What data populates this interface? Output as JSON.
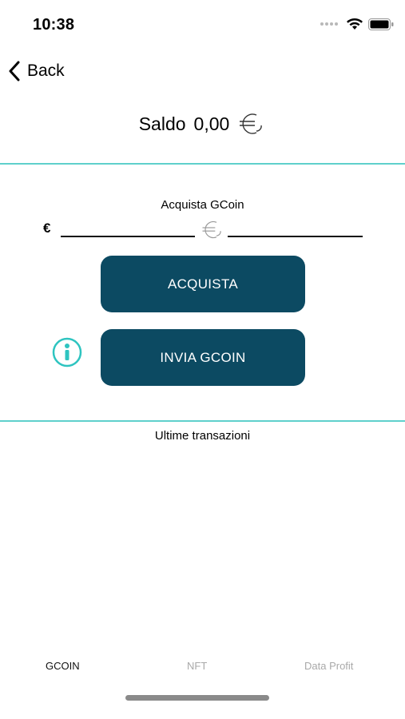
{
  "status_bar": {
    "time": "10:38"
  },
  "nav": {
    "back_label": "Back"
  },
  "balance": {
    "label": "Saldo",
    "value": "0,00"
  },
  "buy": {
    "title": "Acquista GCoin",
    "euro_symbol": "€"
  },
  "actions": {
    "buy_label": "ACQUISTA",
    "send_label": "INVIA GCOIN"
  },
  "transactions": {
    "title": "Ultime transazioni"
  },
  "tabs": [
    {
      "label": "GCOIN",
      "active": true
    },
    {
      "label": "NFT",
      "active": false
    },
    {
      "label": "Data Profit",
      "active": false
    }
  ],
  "colors": {
    "accent_teal": "#5fd0cc",
    "button_navy": "#0c4a62",
    "info_teal": "#2ec4c0",
    "inactive_tab": "#a9a9a9"
  },
  "icons": {
    "back": "chevron-left-icon",
    "coin": "gcoin-currency-icon",
    "info": "info-circle-icon",
    "wifi": "wifi-icon",
    "battery": "battery-icon"
  }
}
